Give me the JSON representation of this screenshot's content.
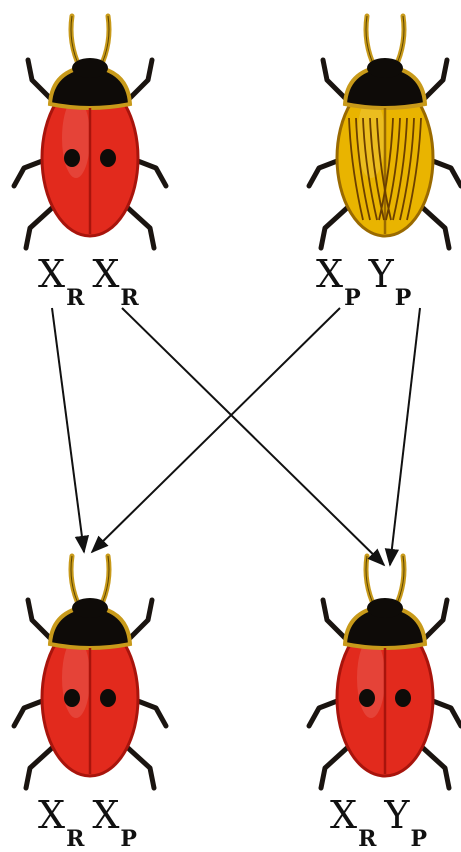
{
  "colors": {
    "red_body": "#e22a1d",
    "red_dark": "#a8140c",
    "yellow_body": "#e9b400",
    "yellow_dark": "#9a6a00",
    "stripe": "#6b3f00",
    "head": "#0e0b08",
    "pronotum_rim": "#c89a1a",
    "ink": "#111111"
  },
  "parents": {
    "left": {
      "icon": "red-beetle-icon",
      "genotype": [
        {
          "letter": "X",
          "sub": "R"
        },
        {
          "letter": "X",
          "sub": "R"
        }
      ]
    },
    "right": {
      "icon": "yellow-striped-beetle-icon",
      "genotype": [
        {
          "letter": "X",
          "sub": "P"
        },
        {
          "letter": "Y",
          "sub": "P"
        }
      ]
    }
  },
  "offspring": {
    "left": {
      "icon": "red-beetle-icon",
      "genotype": [
        {
          "letter": "X",
          "sub": "R"
        },
        {
          "letter": "X",
          "sub": "P"
        }
      ]
    },
    "right": {
      "icon": "red-beetle-icon",
      "genotype": [
        {
          "letter": "X",
          "sub": "R"
        },
        {
          "letter": "Y",
          "sub": "P"
        }
      ]
    }
  }
}
